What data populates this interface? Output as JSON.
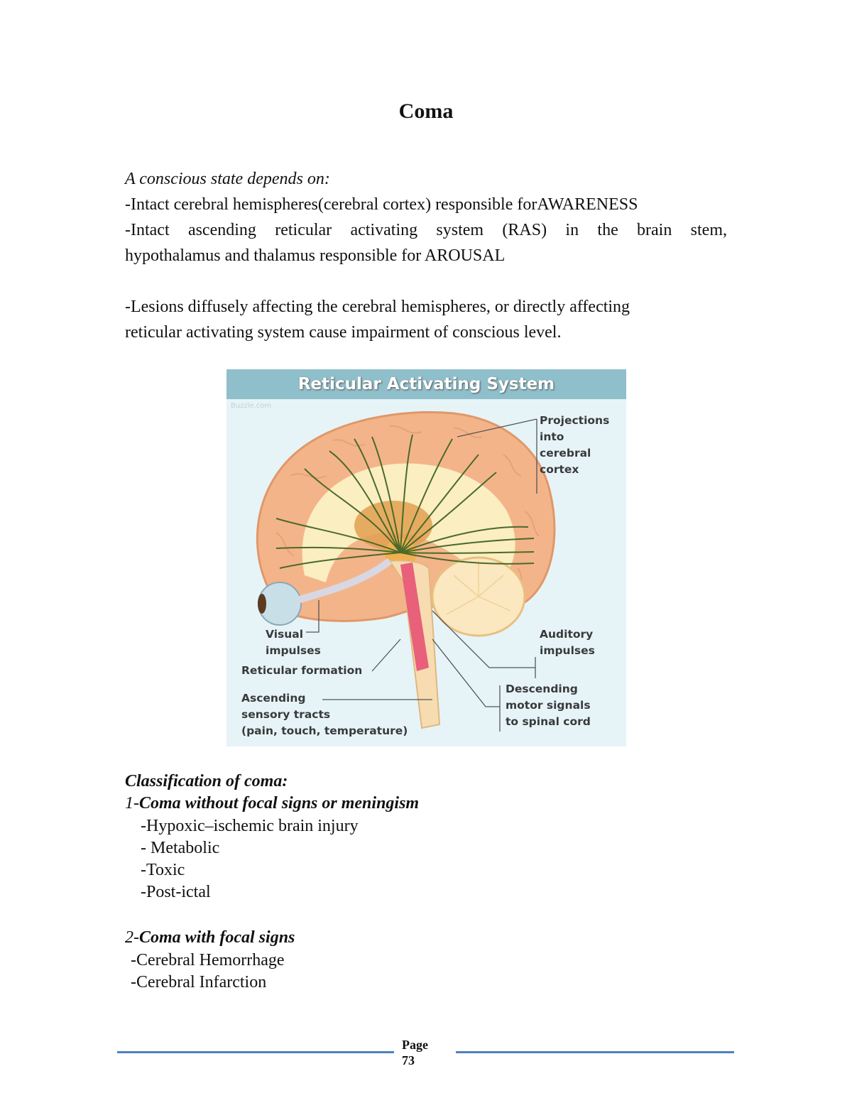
{
  "document": {
    "title": "Coma",
    "intro": {
      "heading": "A conscious state depends on:",
      "point1": "-Intact cerebral hemispheres(cerebral cortex) responsible forAWARENESS",
      "point2_line1": "-Intact ascending reticular activating system (RAS) in the brain stem,",
      "point2_line2": "hypothalamus and thalamus responsible for AROUSAL",
      "lesions_line1": "-Lesions diffusely affecting the cerebral hemispheres, or directly affecting",
      "lesions_line2": "reticular activating system cause impairment of conscious level."
    },
    "figure": {
      "title": "Reticular Activating System",
      "watermark": "Buzzle.com",
      "labels": {
        "projections": "Projections\ninto\ncerebral\ncortex",
        "visual": "Visual\nimpulses",
        "reticular_formation": "Reticular formation",
        "ascending": "Ascending\nsensory tracts\n(pain, touch, temperature)",
        "auditory": "Auditory\nimpulses",
        "descending": "Descending\nmotor signals\nto spinal cord"
      },
      "colors": {
        "header": "#8fbfca",
        "background": "#e6f4f8",
        "cortex": "#f4b48a",
        "white_matter": "#fbeec0",
        "reticular": "#e8607a",
        "arrows": "#4a6a2a"
      }
    },
    "classification": {
      "heading": "Classification of coma:",
      "group1": {
        "number": "1-",
        "title": "Coma without focal signs or meningism",
        "items": [
          "-Hypoxic–ischemic brain injury",
          "- Metabolic",
          "-Toxic",
          "-Post-ictal"
        ]
      },
      "group2": {
        "number": "2-",
        "title": "Coma with focal signs",
        "items": [
          "-Cerebral Hemorrhage",
          "-Cerebral Infarction"
        ]
      }
    },
    "footer": {
      "page_label": "Page",
      "page_number": "73",
      "rule_color": "#4f81bd"
    }
  }
}
